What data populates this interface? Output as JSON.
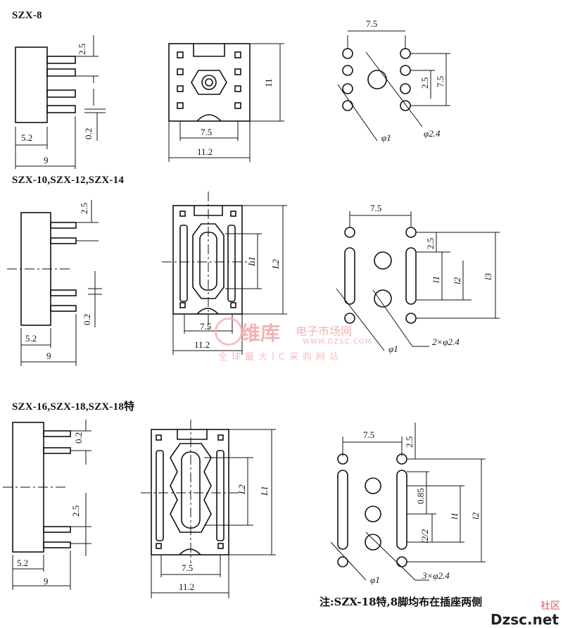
{
  "sections": {
    "szx8": {
      "title": "SZX-8"
    },
    "szx10": {
      "title": "SZX-10,SZX-12,SZX-14"
    },
    "szx16": {
      "title": "SZX-16,SZX-18,SZX-18特"
    }
  },
  "dims": {
    "d2_5": "2.5",
    "d0_2": "0.2",
    "d5_2": "5.2",
    "d9": "9",
    "d7_5": "7.5",
    "d11": "11",
    "d11_2": "11.2",
    "d0_85": "0.85",
    "phi1": "φ1",
    "phi2_4": "φ2.4",
    "two_phi2_4": "2×φ2.4",
    "three_phi2_4": "3×φ2.4",
    "L1": "L1",
    "L2": "L2",
    "l1": "l1",
    "l2": "l2",
    "l3": "l3",
    "l2_half": "l2/2"
  },
  "note": "注:SZX-18特,8脚均布在插座两侧",
  "watermark": {
    "main": "维库",
    "sub": "电子市场网",
    "url": "WWW.DZSC.COM",
    "slogan": "全球最大IC采购网站"
  },
  "corner": {
    "logo": "Dzsc.net",
    "tag": "社区"
  }
}
